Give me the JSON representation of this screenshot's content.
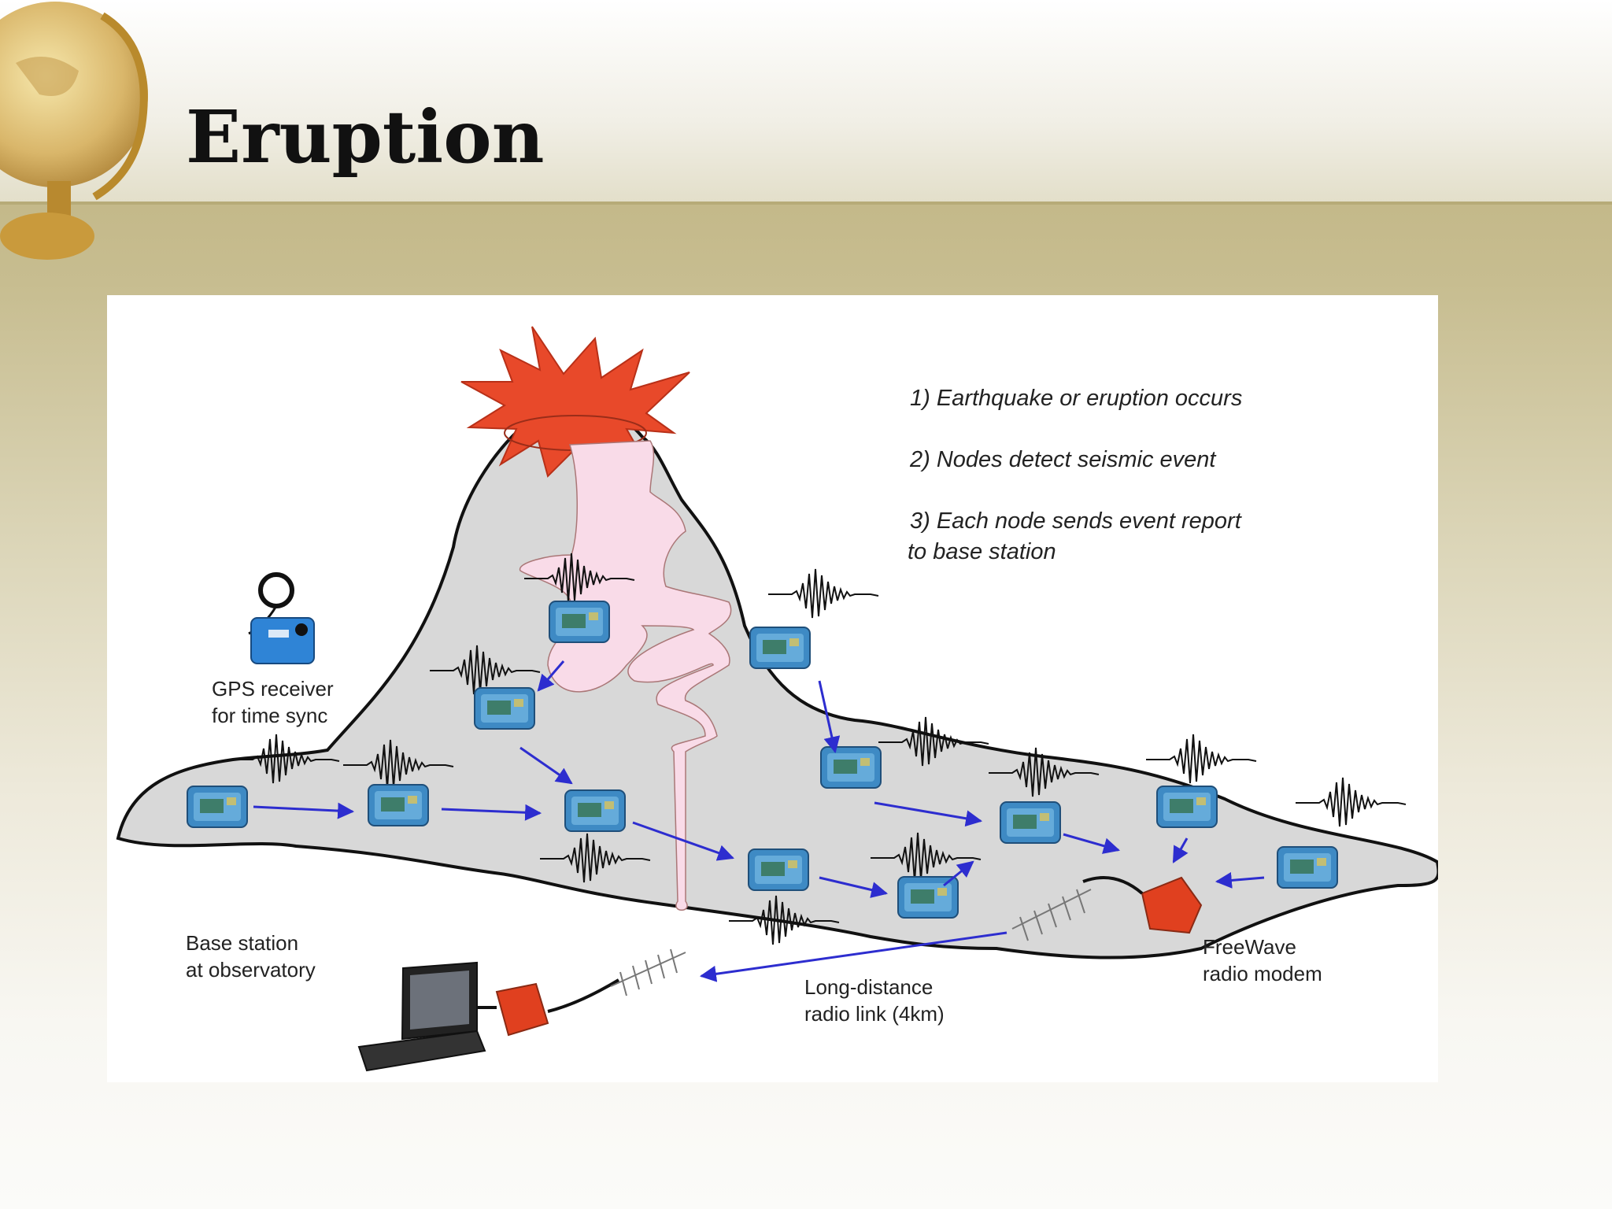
{
  "slide": {
    "title": "Eruption"
  },
  "steps": {
    "step1": "1) Earthquake or eruption occurs",
    "step2": "2) Nodes detect seismic event",
    "step3_line1": "3) Each node sends event report",
    "step3_line2": "to base station"
  },
  "labels": {
    "gps_line1": "GPS receiver",
    "gps_line2": "for time sync",
    "base_line1": "Base station",
    "base_line2": "at observatory",
    "link_line1": "Long-distance",
    "link_line2": "radio link (4km)",
    "modem_line1": "FreeWave",
    "modem_line2": "radio modem"
  },
  "colors": {
    "mountain": "#d8d8d8",
    "eruption": "#e8492a",
    "magma": "#f9dbe8",
    "arrow": "#2d2dcf",
    "node": "#3e8ac4",
    "modem": "#e0401f",
    "gps": "#2f84d6"
  },
  "icons": [
    "globe-icon",
    "sensor-node-icon",
    "gps-receiver-icon",
    "laptop-icon",
    "radio-modem-icon",
    "yagi-antenna-icon"
  ]
}
